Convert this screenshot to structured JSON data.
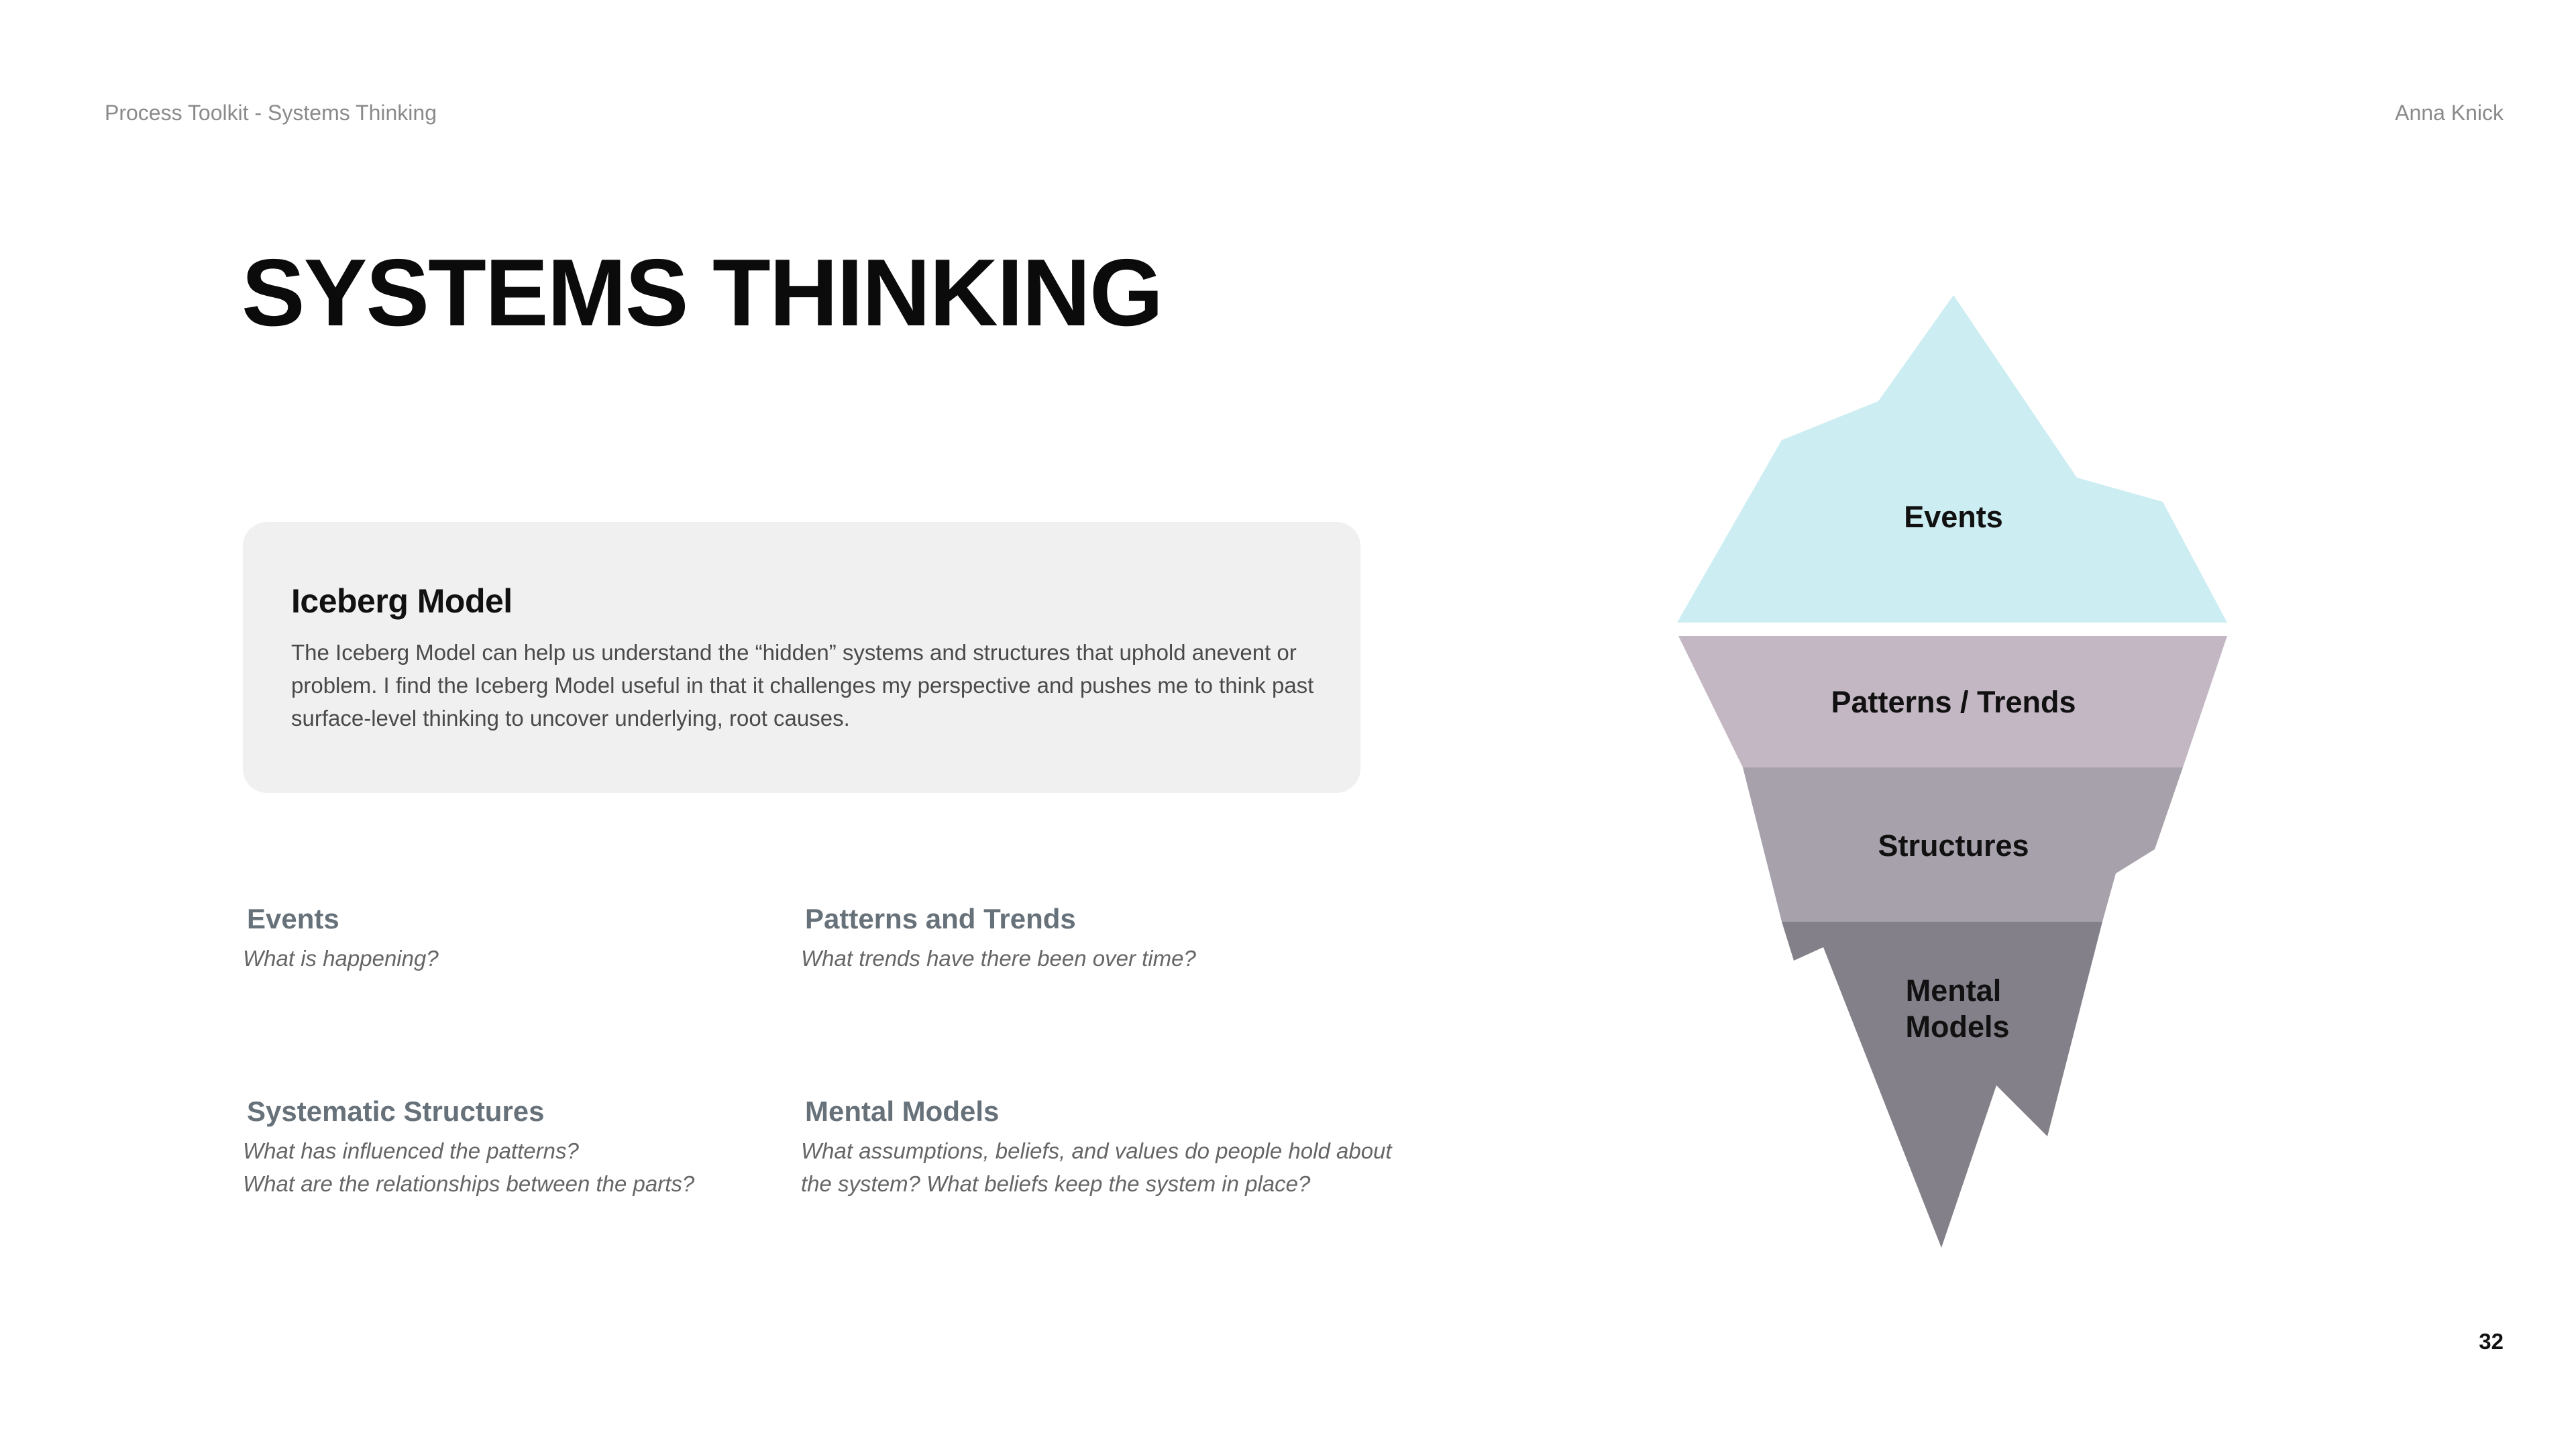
{
  "header": {
    "left": "Process Toolkit - Systems Thinking",
    "right": "Anna Knick"
  },
  "title": "SYSTEMS THINKING",
  "card": {
    "title": "Iceberg Model",
    "body": "The Iceberg Model can help us understand the “hidden” systems and structures that uphold anevent or problem. I find the Iceberg Model useful in that it challenges my perspective and pushes me to think past surface-level thinking to uncover underlying, root causes."
  },
  "questions": [
    {
      "heading": "Events",
      "text": "What is happening?"
    },
    {
      "heading": "Patterns and Trends",
      "text": "What trends have there been over time?"
    },
    {
      "heading": "Systematic Structures",
      "text": "What has influenced the patterns?\nWhat are the relationships between the parts?"
    },
    {
      "heading": "Mental Models",
      "text": "What assumptions, beliefs, and values do people hold about\nthe system? What beliefs keep the system in place?"
    }
  ],
  "iceberg": {
    "layers": [
      {
        "label": "Events",
        "color": "#ccedf2"
      },
      {
        "label": "Patterns / Trends",
        "color": "#c3b7c3"
      },
      {
        "label": "Structures",
        "color": "#a7a1ab"
      },
      {
        "label_line1": "Mental",
        "label_line2": "Models",
        "color": "#838089"
      }
    ]
  },
  "page_number": "32"
}
